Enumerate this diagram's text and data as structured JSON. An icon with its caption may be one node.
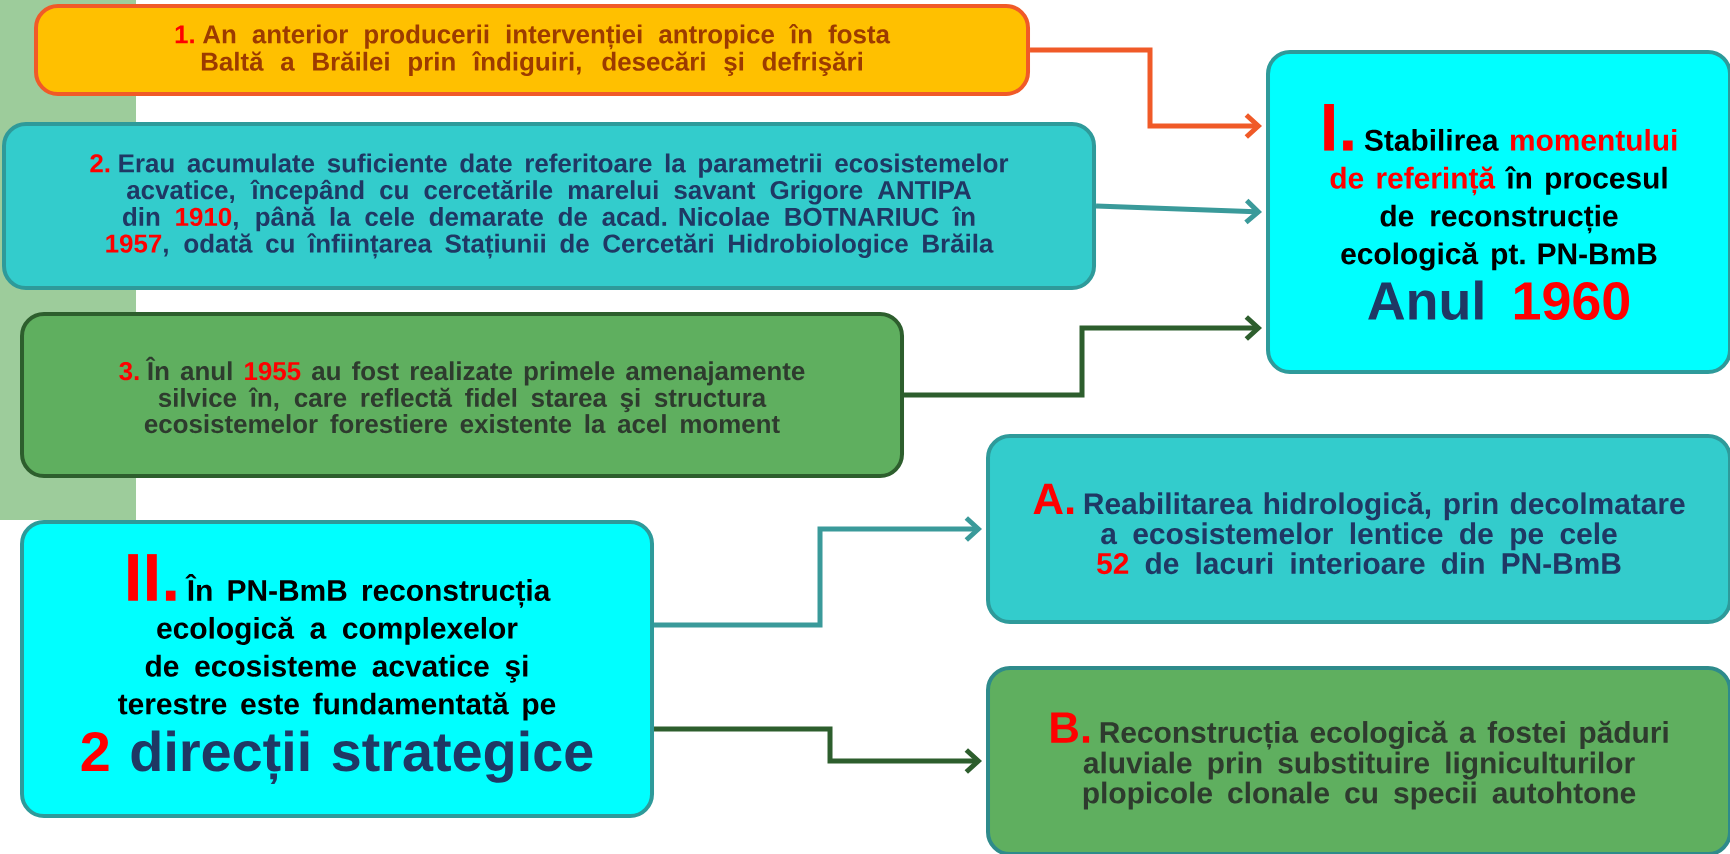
{
  "diagram": {
    "nodes": [
      {
        "text": [
          "1.",
          "An anterior producerii intervenției antropice în fosta Baltă a Brăilei prin îndiguiri, desecări şi defrişări"
        ]
      },
      {
        "text": [
          "2.",
          "Erau acumulate suficiente date referitoare la parametrii ecosistemelor acvatice, începând cu cercetările marelui savant Grigore ANTIPA din **1910**, până la cele demarate de acad. Nicolae BOTNARIUC în **1957**, odată cu înființarea Stațiunii de Cercetări Hidrobiologice Brăila"
        ]
      },
      {
        "text": [
          "3.",
          "În anul **1955** au fost realizate primele amenajamente silvice în, care reflectă fidel starea şi structura ecosistemelor forestiere existente la acel moment"
        ]
      },
      {
        "text": [
          "I.",
          "Stabilirea **momentului de referință** în procesul de reconstrucție ecologică pt. PN-BmB",
          "Anul **1960**"
        ]
      },
      {
        "text": [
          "II.",
          "În PN-BmB reconstrucția ecologică a complexelor de ecosisteme acvatice şi terestre este fundamentată pe",
          "**2** direcții strategice"
        ]
      },
      {
        "text": [
          "A.",
          "Reabilitarea hidrologică, prin decolmatare a ecosistemelor lentice de pe cele **52** de lacuri interioare din PN-BmB"
        ]
      },
      {
        "text": [
          "B.",
          "Reconstrucția ecologică a fostei păduri aluviale prin substituire ligniculturilor plopicole clonale  cu specii autohtone"
        ]
      }
    ],
    "edges": [
      {
        "from": 0,
        "to": 3,
        "arrow": "to",
        "color": "#f05a28"
      },
      {
        "from": 1,
        "to": 3,
        "arrow": "to",
        "color": "#3a9a9a"
      },
      {
        "from": 2,
        "to": 3,
        "arrow": "to",
        "color": "#2d5e2d"
      },
      {
        "from": 4,
        "to": 5,
        "arrow": "to",
        "color": "#3a9a9a"
      },
      {
        "from": 4,
        "to": 6,
        "arrow": "to",
        "color": "#2d5e2d"
      }
    ]
  }
}
